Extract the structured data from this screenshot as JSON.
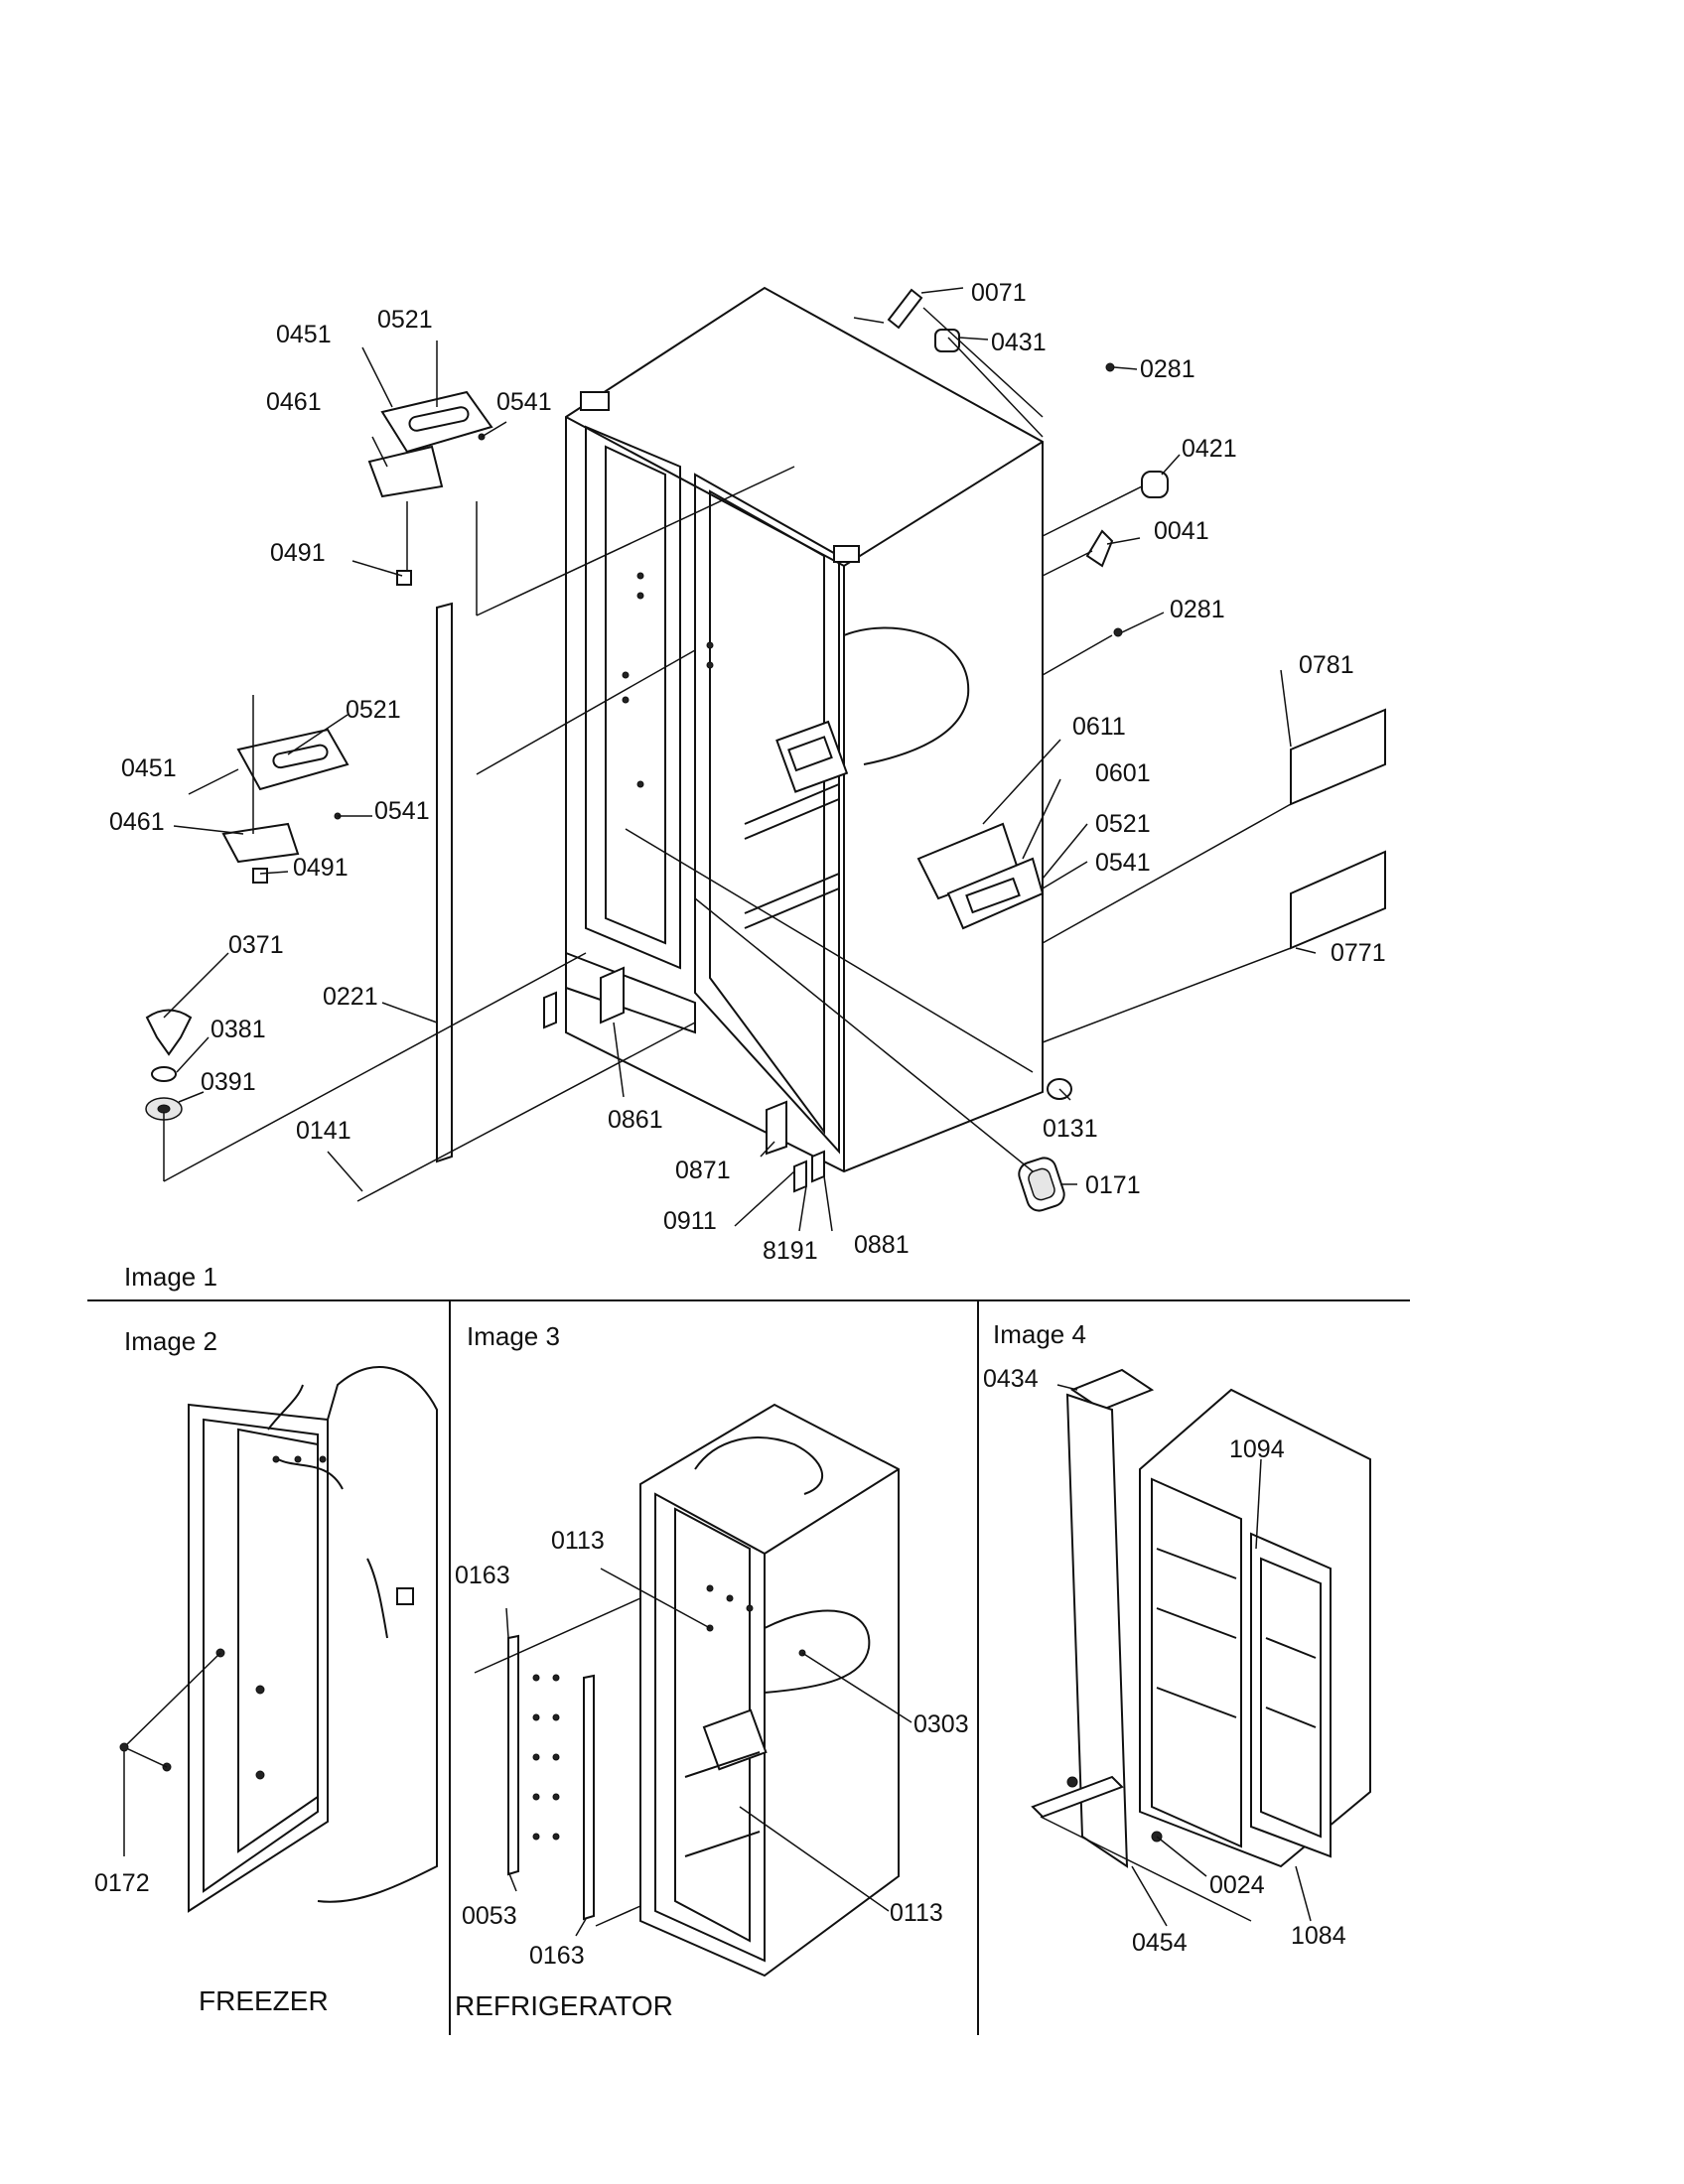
{
  "panels": [
    {
      "id": "image1",
      "title": "Image 1"
    },
    {
      "id": "image2",
      "title": "Image 2",
      "caption": "FREEZER"
    },
    {
      "id": "image3",
      "title": "Image 3",
      "caption": "REFRIGERATOR"
    },
    {
      "id": "image4",
      "title": "Image 4"
    }
  ],
  "image1_parts": [
    "0071",
    "0431",
    "0281",
    "0421",
    "0041",
    "0281",
    "0781",
    "0611",
    "0601",
    "0521",
    "0541",
    "0771",
    "0131",
    "0171",
    "0881",
    "8191",
    "0911",
    "0871",
    "0861",
    "0141",
    "0221",
    "0391",
    "0381",
    "0371",
    "0461",
    "0491",
    "0451",
    "0521",
    "0541",
    "0491",
    "0461",
    "0451",
    "0521",
    "0541"
  ],
  "image2_parts": [
    "0172"
  ],
  "image3_parts": [
    "0163",
    "0113",
    "0303",
    "0113",
    "0053",
    "0163"
  ],
  "image4_parts": [
    "0434",
    "1094",
    "0024",
    "0454",
    "1084"
  ],
  "colors": {
    "ink": "#111111",
    "paper": "#ffffff",
    "shade": "#e6e6e6"
  }
}
